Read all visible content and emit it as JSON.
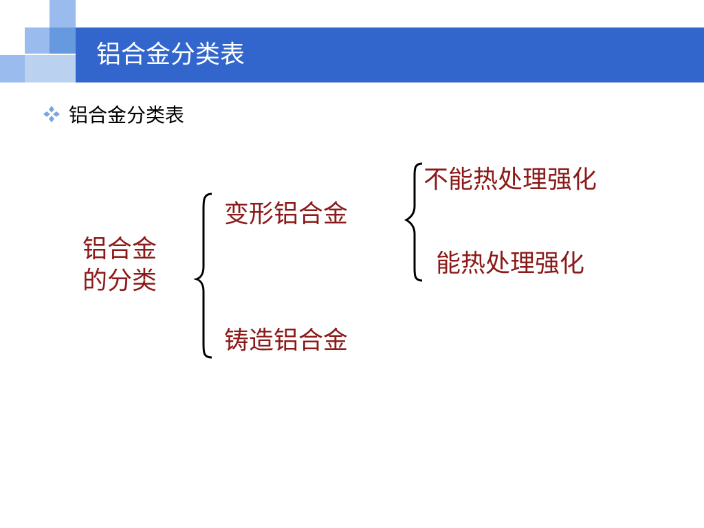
{
  "slide": {
    "title": "铝合金分类表",
    "bullet": "铝合金分类表"
  },
  "diagram": {
    "root_line1": "铝合金",
    "root_line2": "的分类",
    "wrought": "变形铝合金",
    "cast": "铸造铝合金",
    "wrought_children": [
      "不能热处理强化",
      "能热处理强化"
    ]
  },
  "colors": {
    "title_bar": "#3366CC",
    "deco_light": "#99BBEE",
    "deco_mid": "#6699DD",
    "text_accent": "#8B1A1A",
    "bullet_icon": "#7AA6E0"
  },
  "icons": {
    "bullet": "four-diamond-bullet-icon"
  }
}
